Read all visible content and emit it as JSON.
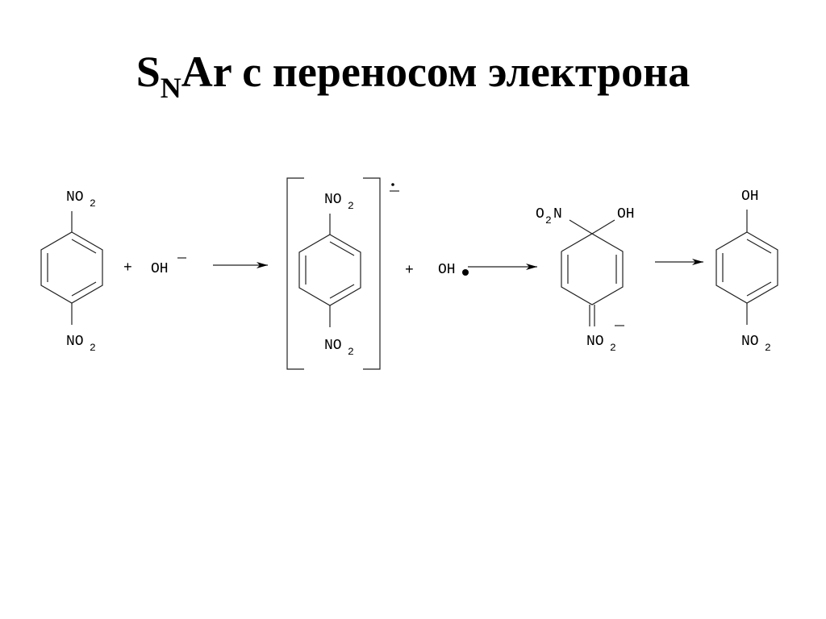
{
  "slide": {
    "title_main": "S",
    "title_sub": "N",
    "title_rest": "Ar с переносом электрона"
  },
  "scheme": {
    "nitro": "NO",
    "hydroxyl": "OH",
    "subscript_2": "2",
    "o2n_o": "O",
    "o2n_n": "N",
    "plus": "+",
    "minus": "–",
    "radical_dot": "·"
  }
}
